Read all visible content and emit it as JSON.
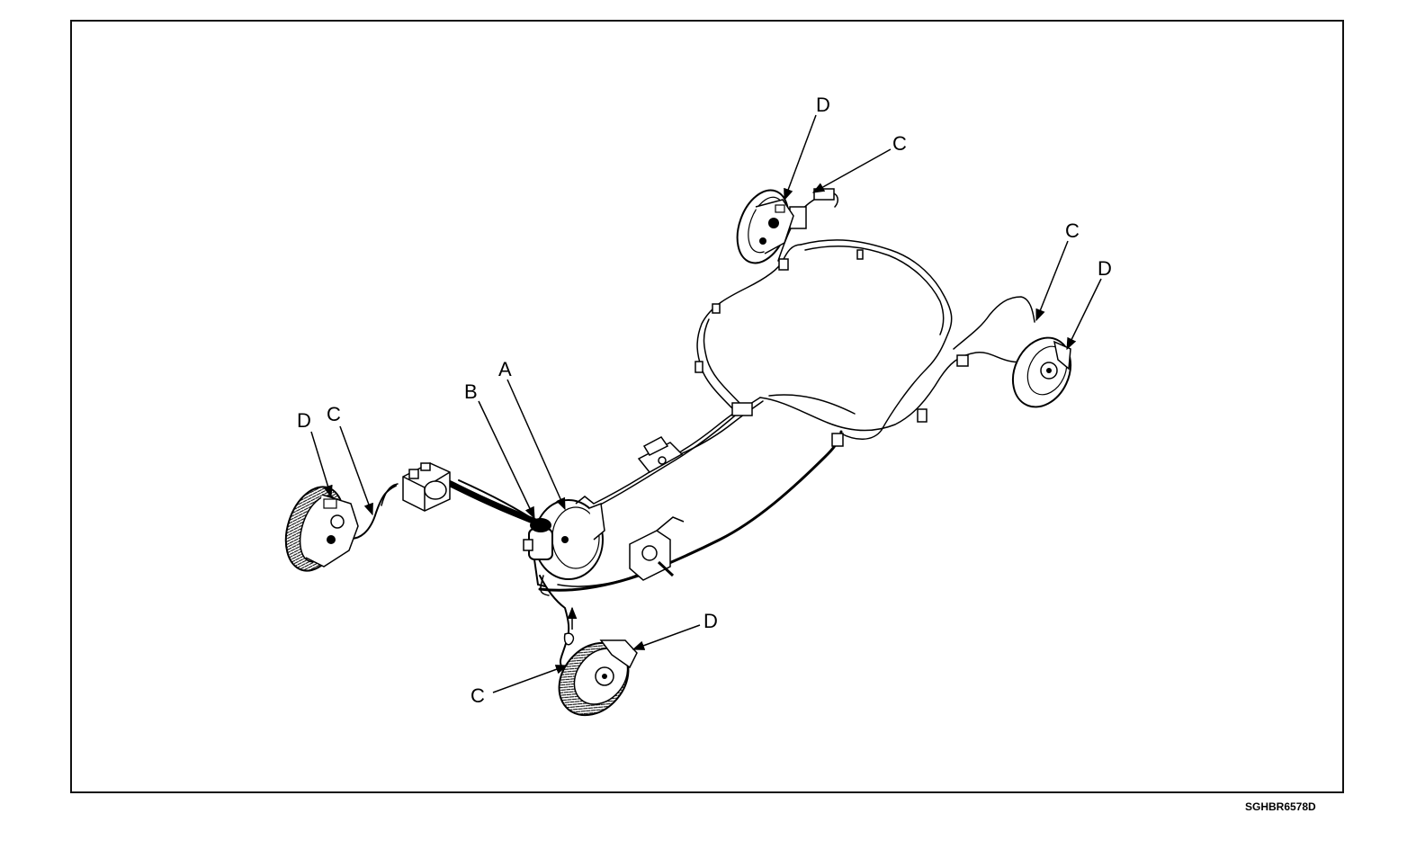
{
  "callouts": {
    "a": "A",
    "b": "B",
    "c": "C",
    "d": "D"
  },
  "figure_code": "SGHBR6578D"
}
